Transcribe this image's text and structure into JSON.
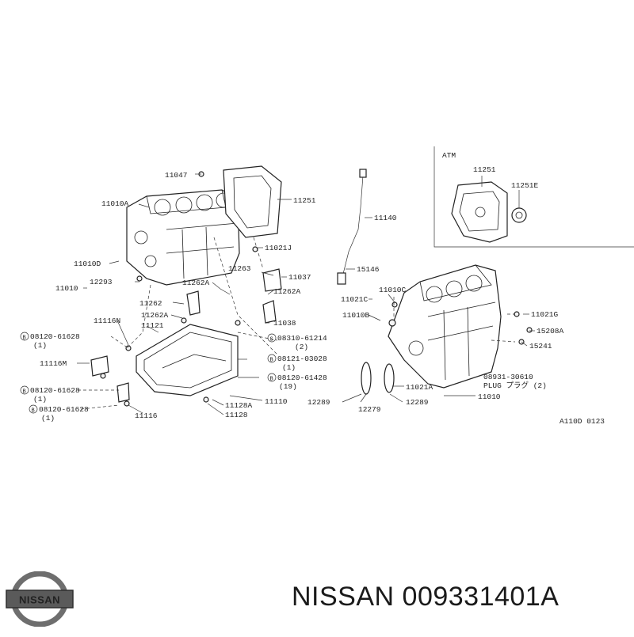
{
  "diagram": {
    "atm_box_title": "ATM",
    "reference_code": "A110D 0123",
    "labels": {
      "p11047": "11047",
      "p11251_main": "11251",
      "p11010A": "11010A",
      "p11140": "11140",
      "p11251_atm": "11251",
      "p11251E": "11251E",
      "p11021J": "11021J",
      "p11010D": "11010D",
      "p11263": "11263",
      "p15146": "15146",
      "p11010": "11010",
      "p12293": "12293",
      "p11037": "11037",
      "p11262A_a": "11262A",
      "p11262A_b": "11262A",
      "p11010C": "11010C",
      "p11262": "11262",
      "p11021C": "11021C",
      "p11021G": "11021G",
      "p11262A_c": "11262A",
      "p11038": "11038",
      "p11010B": "11010B",
      "p15208A": "15208A",
      "p11116N": "11116N",
      "p11121": "11121",
      "p15241": "15241",
      "b08120_61628_a": "08120-61628",
      "q1_a": "(1)",
      "s08310_61214": "08310-61214",
      "q2_a": "(2)",
      "p11116M": "11116M",
      "b08121_03028": "08121-03028",
      "q1_b": "(1)",
      "b08120_61428": "08120-61428",
      "q19": "(19)",
      "p08931_30610": "08931-30610",
      "plug_text": "PLUG プラグ (2)",
      "b08120_61628_b": "08120-61628",
      "q1_c": "(1)",
      "p11021A": "11021A",
      "p11010_r": "11010",
      "p11110": "11110",
      "p12289_a": "12289",
      "p12279": "12279",
      "p12289_b": "12289",
      "b08120_61628_c": "08120-61628",
      "q1_d": "(1)",
      "p11128A": "11128A",
      "p11128": "11128",
      "p11116": "11116",
      "marker_B": "B",
      "marker_S": "S"
    }
  },
  "footer": {
    "brand_text": "NISSAN 009331401A",
    "logo_text": "NISSAN"
  }
}
